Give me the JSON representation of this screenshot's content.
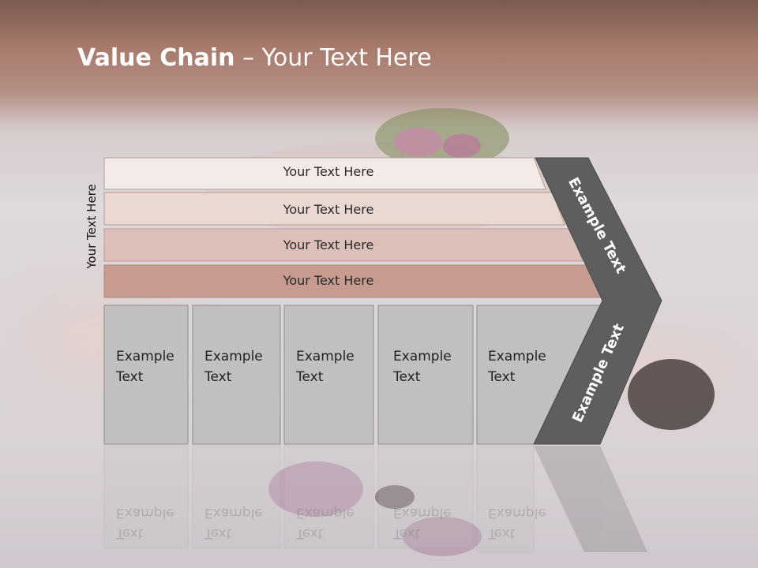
{
  "title": {
    "bold": "Value Chain",
    "rest": " – Your Text Here"
  },
  "side_label": "Your Text Here",
  "bars": [
    "Your Text Here",
    "Your Text Here",
    "Your Text Here",
    "Your Text Here"
  ],
  "boxes": [
    [
      "Example",
      "Text"
    ],
    [
      "Example",
      "Text"
    ],
    [
      "Example",
      "Text"
    ],
    [
      "Example",
      "Text"
    ],
    [
      "Example",
      "Text"
    ]
  ],
  "chevron": {
    "upper": "Example Text",
    "lower": "Example Text"
  },
  "colors": {
    "bar1": "#f4ebe9",
    "bar2": "#ead8d3",
    "bar3": "#dcc0b9",
    "bar4": "#c79b8f",
    "box": "#c0c0c0",
    "chevron": "#5e5e5e",
    "header": "#a77a6c"
  }
}
